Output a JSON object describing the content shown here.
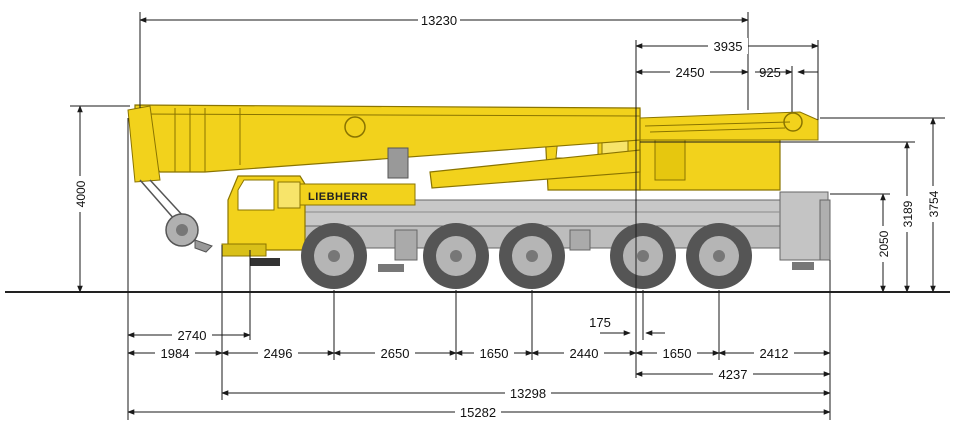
{
  "brand": {
    "logo_text": "LIEBHERR"
  },
  "colors": {
    "crane_yellow": "#F2D21C",
    "crane_outline": "#8A7400",
    "chassis_gray": "#C8C8C8",
    "tire_dark": "#555555",
    "rim_gray": "#B5B5B5",
    "dimension_line": "#1A1A1A",
    "ground": "#222222"
  },
  "dimensions": {
    "boom_length": "13230",
    "rear_overall": "3935",
    "rear_a": "2450",
    "rear_b": "925",
    "height_total_left": "4000",
    "height_low": "2050",
    "height_mid": "3189",
    "height_total_right": "3754",
    "front_overhang_2740": "2740",
    "front_offset": "175",
    "chain": {
      "front_overhang": "1984",
      "axle_1_2": "2496",
      "axle_2_3": "2650",
      "axle_3_4": "1650",
      "axle_4_5": "2440",
      "axle_5_6": "1650",
      "rear_overhang": "2412"
    },
    "rear_span": "4237",
    "wheelbase_total": "13298",
    "overall_length": "15282"
  }
}
